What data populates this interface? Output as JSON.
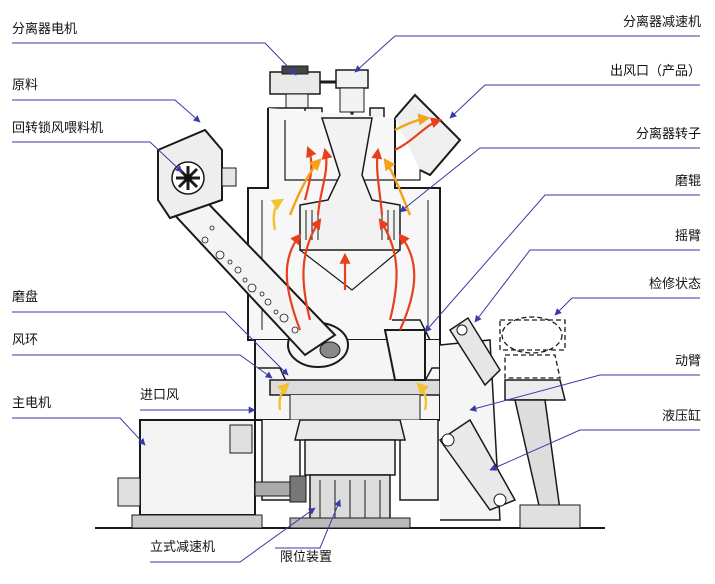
{
  "labels": {
    "separator_motor": "分离器电机",
    "raw_material": "原料",
    "rotary_feeder": "回转锁风喂料机",
    "grinding_table": "磨盘",
    "air_ring": "风环",
    "main_motor": "主电机",
    "inlet_air": "进口风",
    "vertical_reducer": "立式减速机",
    "limit_device": "限位装置",
    "separator_reducer": "分离器减速机",
    "outlet": "出风口（产品）",
    "separator_rotor": "分离器转子",
    "grinding_roller": "磨辊",
    "rocker_arm": "摇臂",
    "maintenance_state": "检修状态",
    "moving_arm": "动臂",
    "hydraulic_cylinder": "液压缸"
  },
  "colors": {
    "line": "#1a1a1a",
    "pointer": "#3a3aa8",
    "arrow_red": "#e8401c",
    "arrow_orange": "#f3a21a",
    "arrow_yellow": "#f6e060",
    "body_fill": "#f2f2f2",
    "dark_fill": "#555555"
  }
}
